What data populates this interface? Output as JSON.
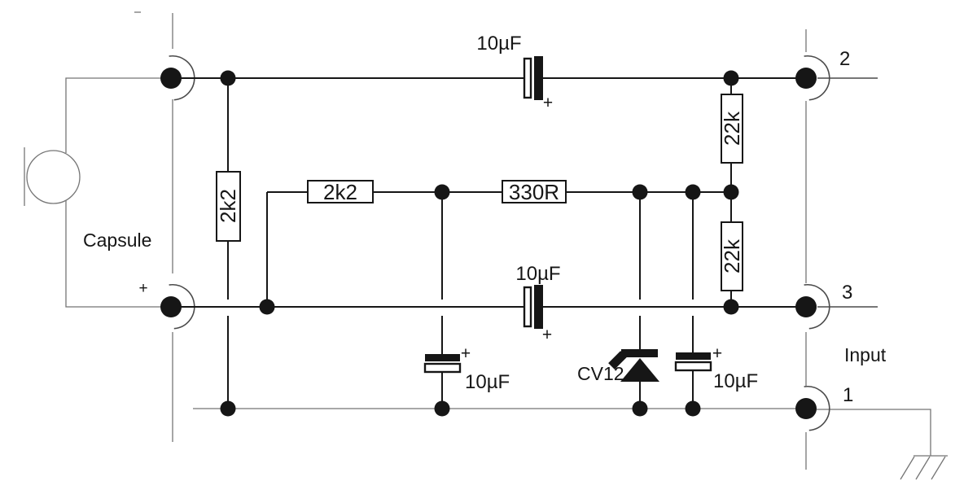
{
  "schematic": {
    "capsule": {
      "label": "Capsule",
      "plus": "+"
    },
    "connector": {
      "label": "Input",
      "pin2": "2",
      "pin3": "3",
      "pin1": "1"
    },
    "resistors": {
      "r1": {
        "value": "2k2"
      },
      "r2": {
        "value": "2k2"
      },
      "r3": {
        "value": "330R"
      },
      "r4": {
        "value": "22k"
      },
      "r5": {
        "value": "22k"
      }
    },
    "capacitors": {
      "c1": {
        "value": "10µF",
        "plus": "+"
      },
      "c2": {
        "value": "10µF",
        "plus": "+"
      },
      "c3": {
        "value": "10µF",
        "plus": "+"
      },
      "c4": {
        "value": "10µF",
        "plus": "+"
      }
    },
    "diode": {
      "label": "CV12"
    },
    "colors": {
      "ink": "#161616",
      "thin_line": "#757575",
      "background": "#ffffff"
    }
  }
}
